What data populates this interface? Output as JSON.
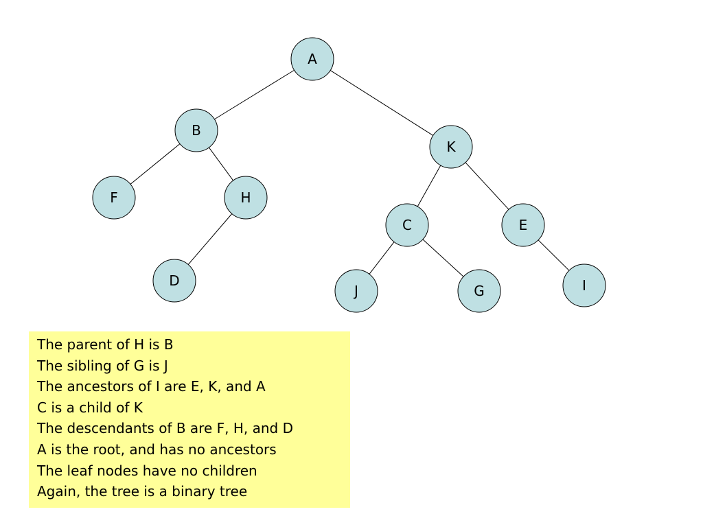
{
  "colors": {
    "node_fill": "#bfe0e3",
    "node_stroke": "#000000",
    "edge_stroke": "#000000",
    "box_fill": "#ffff99"
  },
  "diagram": {
    "nodes": [
      {
        "id": "A",
        "label": "A"
      },
      {
        "id": "B",
        "label": "B"
      },
      {
        "id": "K",
        "label": "K"
      },
      {
        "id": "F",
        "label": "F"
      },
      {
        "id": "H",
        "label": "H"
      },
      {
        "id": "D",
        "label": "D"
      },
      {
        "id": "C",
        "label": "C"
      },
      {
        "id": "E",
        "label": "E"
      },
      {
        "id": "J",
        "label": "J"
      },
      {
        "id": "G",
        "label": "G"
      },
      {
        "id": "I",
        "label": "I"
      }
    ],
    "edges": [
      {
        "from": "A",
        "to": "B"
      },
      {
        "from": "A",
        "to": "K"
      },
      {
        "from": "B",
        "to": "F"
      },
      {
        "from": "B",
        "to": "H"
      },
      {
        "from": "H",
        "to": "D"
      },
      {
        "from": "K",
        "to": "C"
      },
      {
        "from": "K",
        "to": "E"
      },
      {
        "from": "C",
        "to": "J"
      },
      {
        "from": "C",
        "to": "G"
      },
      {
        "from": "E",
        "to": "I"
      }
    ]
  },
  "facts": [
    "The parent of H is B",
    "The sibling of G is J",
    "The ancestors of I are E, K, and A",
    "C is a child of K",
    "The descendants of B are F, H, and D",
    "A is the root, and has no ancestors",
    "The leaf nodes have no children",
    "Again, the tree is a binary tree"
  ]
}
